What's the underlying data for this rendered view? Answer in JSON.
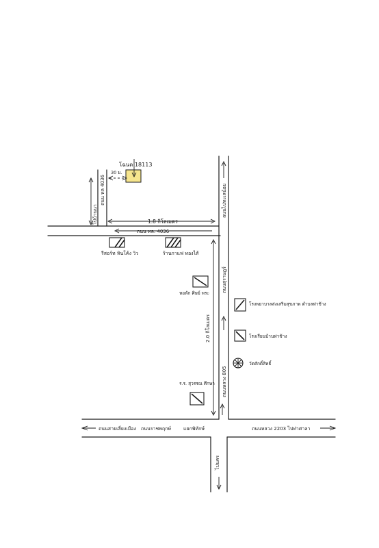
{
  "colors": {
    "ink": "#1a1a1a",
    "plot_fill": "#f6e58d",
    "background": "#ffffff"
  },
  "plot": {
    "label": "โฉนด 18113",
    "distance": "30 ม."
  },
  "roads": {
    "north_road_left_vertical": "ถนน ทล 4036",
    "north_road_left_vertical_dest": "ไปบ้านนา",
    "distance_top_road": "1.8 กิโลเมตร",
    "mid_horizontal_road": "ถนน ทล. 4036",
    "right_vertical_top": "ถนนไปทะเลน้อย",
    "right_vertical_mid": "ถนนสุราษฎร์",
    "middle_vertical_road": "ถนนหลวง 805",
    "middle_vertical_distance": "2.0 กิโลเมตร",
    "bottom_left_road": "ถนนสายเลี่ยงเมือง",
    "bottom_left_road_2": "ถนนราชพฤกษ์",
    "intersection": "แยกพิทักษ์",
    "bottom_right_road": "ถนนหลวง 2203 ไปท่าศาลา",
    "bottom_vertical_road": "ไปนคร"
  },
  "landmarks": [
    {
      "id": "resort",
      "label": "รีสอร์ท หินโค้ง วิว"
    },
    {
      "id": "shop",
      "label": "ร้านกาแฟ ทองไส้"
    },
    {
      "id": "school",
      "label": "หอพัก ศิษย์ พระ"
    },
    {
      "id": "hospital",
      "label": "โรงพยาบาลส่งเสริมสุขภาพ ตำบลท่าช้าง"
    },
    {
      "id": "market",
      "label": "โรงเรียนบ้านท่าช้าง"
    },
    {
      "id": "temple",
      "label": "วัดศักดิ์สิทธิ์"
    },
    {
      "id": "police",
      "label": "ร.ร. สุวรรณ ศึกษา"
    }
  ]
}
